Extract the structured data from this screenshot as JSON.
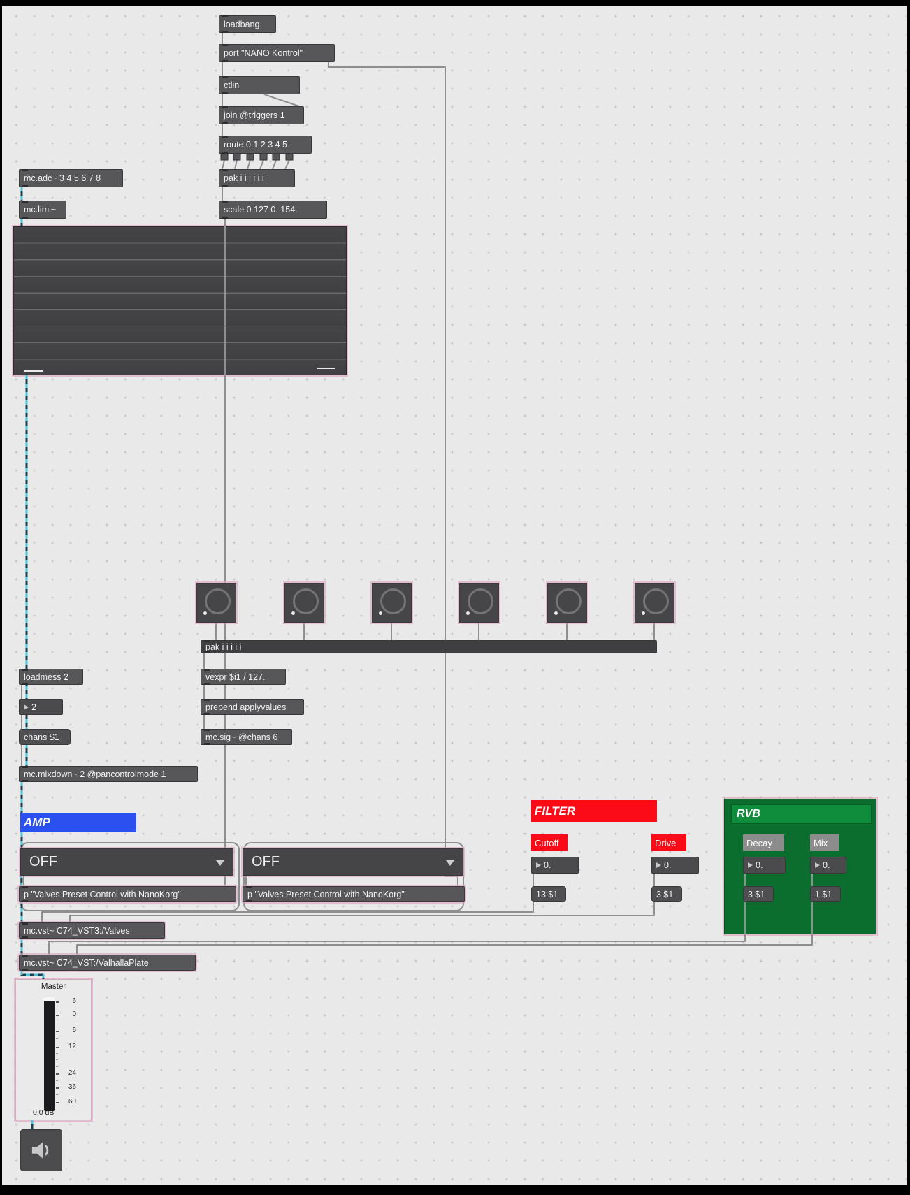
{
  "window": {
    "bg_color": "#e9e9e9",
    "grid": "dots"
  },
  "objects": {
    "loadbang": "loadbang",
    "midi_port": "port \"NANO Kontrol\"",
    "ctlin": "ctlin",
    "join": "join @triggers 1",
    "route": "route 0 1 2 3 4 5",
    "pak6": "pak i i i i i i",
    "scale": "scale 0 127 0. 154.",
    "mc_adc": "mc.adc~ 3 4 5 6 7 8",
    "mc_limi": "mc.limi~",
    "pak5": "pak i i i i i",
    "loadmess": "loadmess 2",
    "chans_msg": "chans $1",
    "mixdown": "mc.mixdown~ 2 @pancontrolmode 1",
    "vexpr": "vexpr $i1 / 127.",
    "prepend": "prepend applyvalues",
    "mc_sig": "mc.sig~ @chans 6",
    "p_preset1": "p \"Valves Preset Control with NanoKorg\"",
    "p_preset2": "p \"Valves Preset Control with NanoKorg\"",
    "vst_valves": "mc.vst~ C74_VST3:/Valves",
    "vst_valhalla": "mc.vst~ C74_VST:/ValhallaPlate"
  },
  "menus": {
    "preset1": "OFF",
    "preset2": "OFF"
  },
  "numbers": {
    "channel": "2",
    "cutoff": "0.",
    "drive": "0.",
    "decay": "0.",
    "mix": "0."
  },
  "messages": {
    "cutoff": "13 $1",
    "drive": "3 $1",
    "decay": "3 $1",
    "mix": "1 $1"
  },
  "sections": {
    "amp": {
      "label": "AMP",
      "color": "#2b50f0"
    },
    "filter": {
      "label": "FILTER",
      "color": "#fb0a17",
      "cutoff": "Cutoff",
      "drive": "Drive"
    },
    "rvb": {
      "label": "RVB",
      "panel_color": "#0b6e2e",
      "header_color": "#0f8c3c",
      "decay": "Decay",
      "mix": "Mix"
    }
  },
  "master": {
    "label": "Master",
    "value": "0.0 dB",
    "ticks": [
      "6",
      "0",
      "6",
      "12",
      "24",
      "36",
      "60"
    ]
  }
}
